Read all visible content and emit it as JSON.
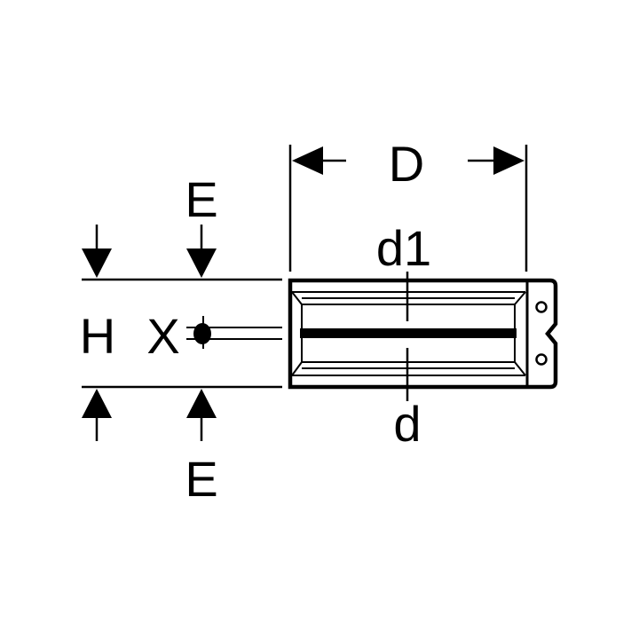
{
  "diagram": {
    "labels": {
      "width_dim": "D",
      "height_dim": "H",
      "edge_top": "E",
      "edge_bottom": "E",
      "cut_marker": "X",
      "inner_diameter_top": "d1",
      "inner_diameter_bottom": "d"
    },
    "colors": {
      "ink": "#000000",
      "paper": "#ffffff"
    }
  }
}
